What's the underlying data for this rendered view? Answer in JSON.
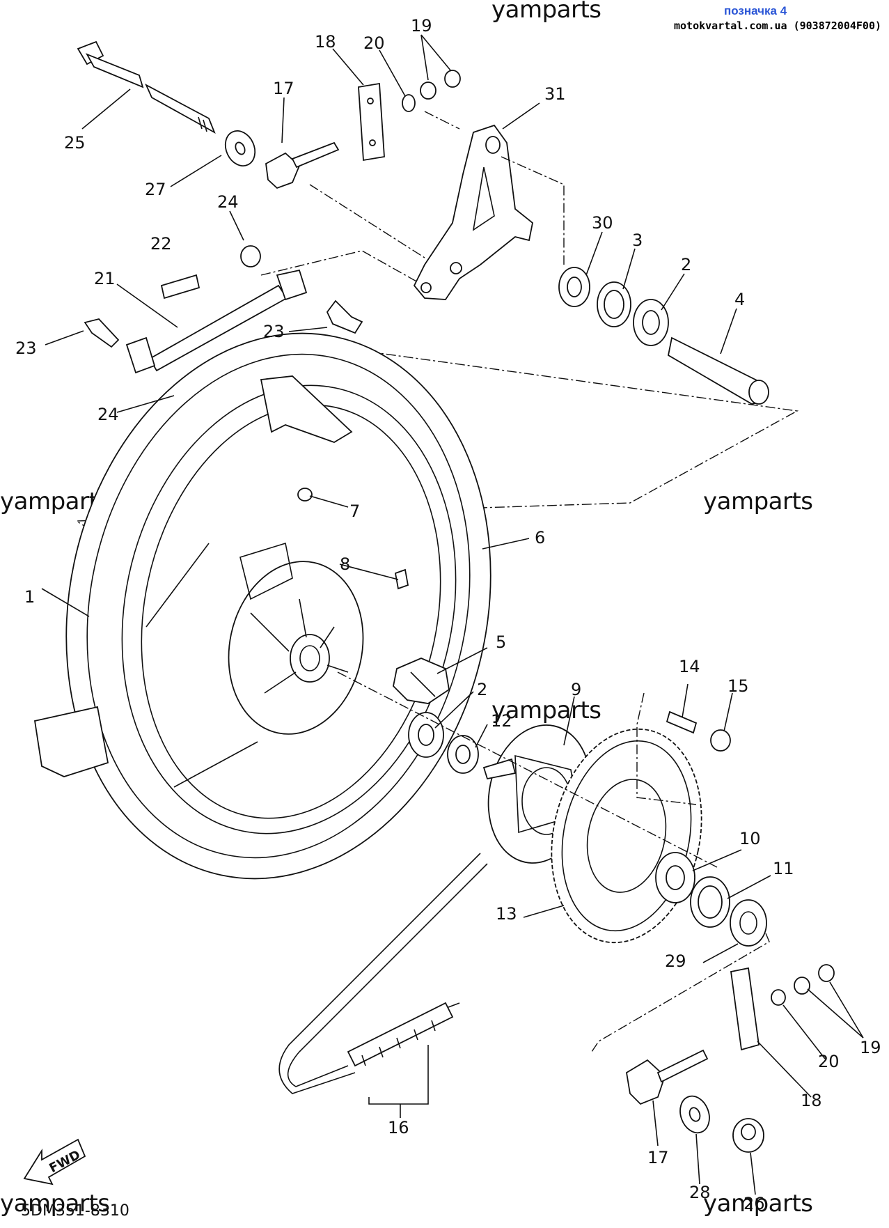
{
  "header": {
    "badge": "позначка 4",
    "site": "motokvartal.com.ua (903872004F00)"
  },
  "watermarks": [
    "yamparts",
    "yamparts",
    "yamparts",
    "yamparts",
    "yamparts",
    "yamparts"
  ],
  "diagram_code": "5DM351-8310",
  "fwd_label": "FWD",
  "callouts": [
    "25",
    "27",
    "18",
    "20",
    "19",
    "17",
    "31",
    "24",
    "22",
    "21",
    "23",
    "23",
    "24",
    "30",
    "3",
    "2",
    "4",
    "6",
    "7",
    "8",
    "1",
    "5",
    "2",
    "12",
    "9",
    "14",
    "15",
    "10",
    "11",
    "13",
    "29",
    "16",
    "20",
    "19",
    "18",
    "17",
    "28",
    "26"
  ]
}
